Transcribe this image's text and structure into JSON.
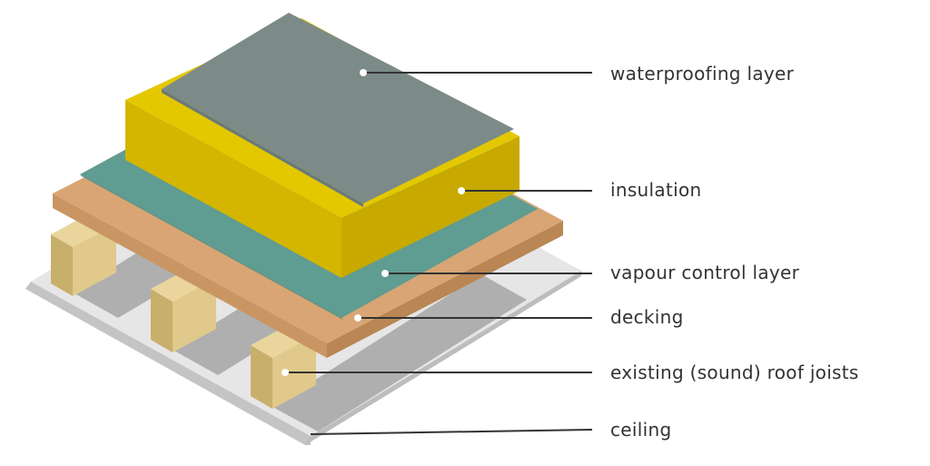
{
  "layers": [
    {
      "id": "waterproofing",
      "label": "waterproofing layer"
    },
    {
      "id": "insulation",
      "label": "insulation"
    },
    {
      "id": "vapour",
      "label": "vapour control layer"
    },
    {
      "id": "decking",
      "label": "decking"
    },
    {
      "id": "joists",
      "label": "existing (sound) roof joists"
    },
    {
      "id": "ceiling",
      "label": "ceiling"
    }
  ],
  "colors": {
    "waterproofing": "#7c8b88",
    "insulation_top": "#e3c800",
    "insulation_side": "#d4b500",
    "vapour": "#5f9c91",
    "decking_top": "#d9a574",
    "decking_side": "#c99663",
    "joist_front": "#e0c98a",
    "joist_side": "#c9af6c",
    "ceiling": "#e6e6e6",
    "shadow": "#a9a9a9",
    "leader": "#333333"
  }
}
